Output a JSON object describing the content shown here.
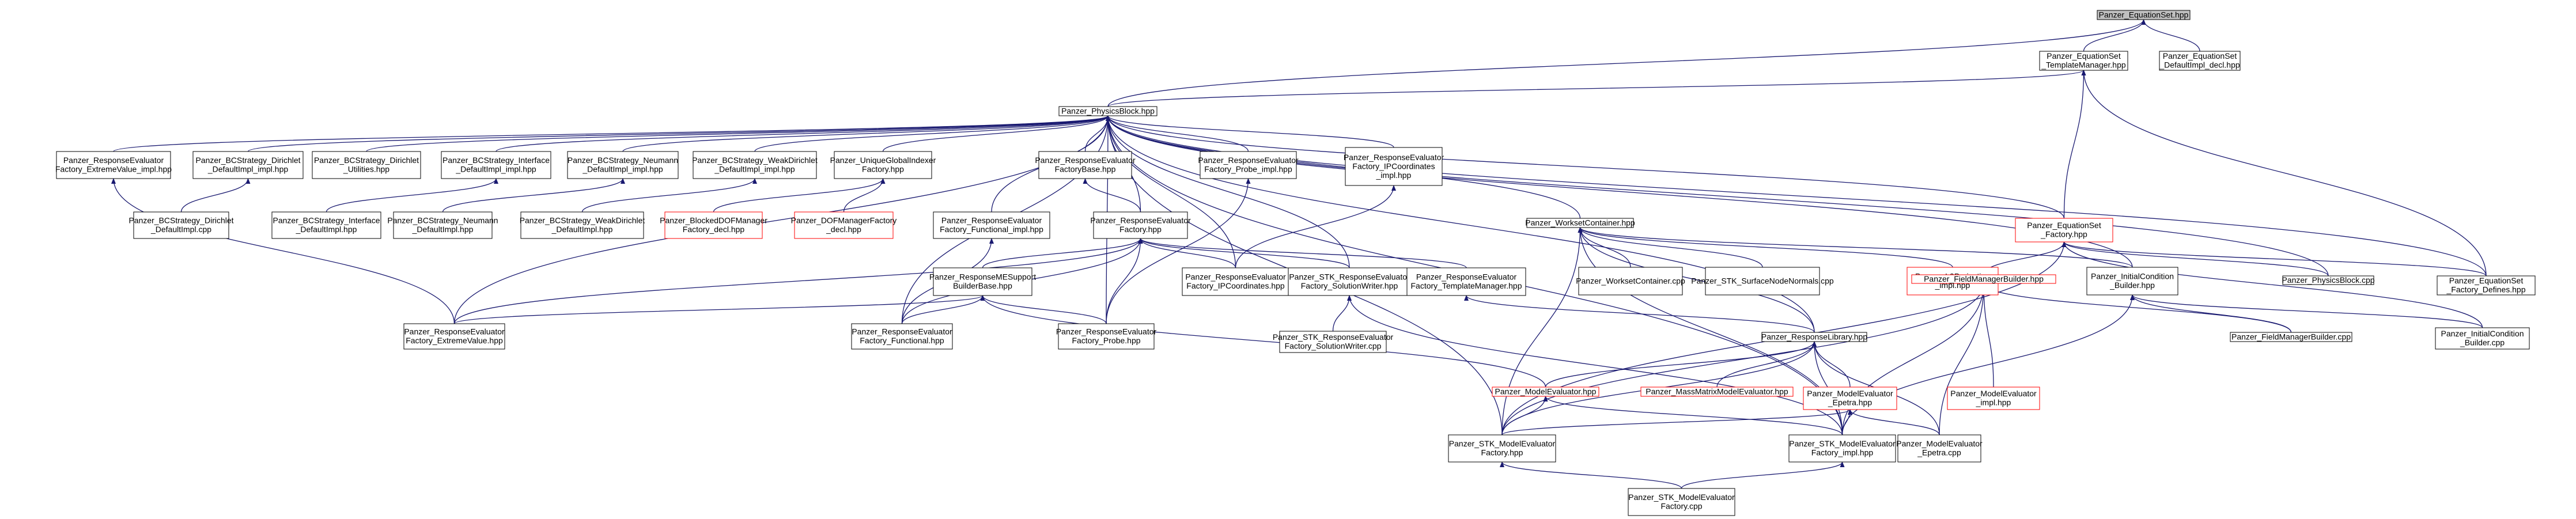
{
  "graph": {
    "nodes": [
      {
        "id": "n0",
        "lines": [
          "Panzer_EquationSet.hpp"
        ],
        "style": "gray"
      },
      {
        "id": "n1",
        "lines": [
          "Panzer_EquationSet",
          "_TemplateManager.hpp"
        ],
        "style": "black"
      },
      {
        "id": "n2",
        "lines": [
          "Panzer_EquationSet",
          "_DefaultImpl_decl.hpp"
        ],
        "style": "black"
      },
      {
        "id": "n3",
        "lines": [
          "Panzer_PhysicsBlock.hpp"
        ],
        "style": "black"
      },
      {
        "id": "n4",
        "lines": [
          "Panzer_ResponseEvaluator",
          "Factory_ExtremeValue_impl.hpp"
        ],
        "style": "black"
      },
      {
        "id": "n5",
        "lines": [
          "Panzer_BCStrategy_Dirichlet",
          "_DefaultImpl_impl.hpp"
        ],
        "style": "black"
      },
      {
        "id": "n6",
        "lines": [
          "Panzer_BCStrategy_Dirichlet",
          "_Utilities.hpp"
        ],
        "style": "black"
      },
      {
        "id": "n7",
        "lines": [
          "Panzer_BCStrategy_Interface",
          "_DefaultImpl_impl.hpp"
        ],
        "style": "black"
      },
      {
        "id": "n8",
        "lines": [
          "Panzer_BCStrategy_Neumann",
          "_DefaultImpl_impl.hpp"
        ],
        "style": "black"
      },
      {
        "id": "n9",
        "lines": [
          "Panzer_BCStrategy_WeakDirichlet",
          "_DefaultImpl_impl.hpp"
        ],
        "style": "black"
      },
      {
        "id": "n10",
        "lines": [
          "Panzer_UniqueGlobalIndexer",
          "Factory.hpp"
        ],
        "style": "black"
      },
      {
        "id": "n11",
        "lines": [
          "Panzer_ResponseEvaluator",
          "FactoryBase.hpp"
        ],
        "style": "black"
      },
      {
        "id": "n12",
        "lines": [
          "Panzer_ResponseEvaluator",
          "Factory_Probe_impl.hpp"
        ],
        "style": "black"
      },
      {
        "id": "n13",
        "lines": [
          "Panzer_ResponseEvaluator",
          "Factory_IPCoordinates",
          "_impl.hpp"
        ],
        "style": "black"
      },
      {
        "id": "n14",
        "lines": [
          "Panzer_BCStrategy_Dirichlet",
          "_DefaultImpl.cpp"
        ],
        "style": "black"
      },
      {
        "id": "n15",
        "lines": [
          "Panzer_BCStrategy_Interface",
          "_DefaultImpl.hpp"
        ],
        "style": "black"
      },
      {
        "id": "n16",
        "lines": [
          "Panzer_BCStrategy_Neumann",
          "_DefaultImpl.hpp"
        ],
        "style": "black"
      },
      {
        "id": "n17",
        "lines": [
          "Panzer_BCStrategy_WeakDirichlet",
          "_DefaultImpl.hpp"
        ],
        "style": "black"
      },
      {
        "id": "n18",
        "lines": [
          "Panzer_BlockedDOFManager",
          "Factory_decl.hpp"
        ],
        "style": "red"
      },
      {
        "id": "n19",
        "lines": [
          "Panzer_DOFManagerFactory",
          "_decl.hpp"
        ],
        "style": "red"
      },
      {
        "id": "n20",
        "lines": [
          "Panzer_ResponseEvaluator",
          "Factory_Functional_impl.hpp"
        ],
        "style": "black"
      },
      {
        "id": "n21",
        "lines": [
          "Panzer_ResponseEvaluator",
          "Factory.hpp"
        ],
        "style": "black"
      },
      {
        "id": "n22",
        "lines": [
          "Panzer_ResponseMESupport",
          "BuilderBase.hpp"
        ],
        "style": "black"
      },
      {
        "id": "n23",
        "lines": [
          "Panzer_ResponseEvaluator",
          "Factory_IPCoordinates.hpp"
        ],
        "style": "black"
      },
      {
        "id": "n24",
        "lines": [
          "Panzer_STK_ResponseEvaluator",
          "Factory_SolutionWriter.hpp"
        ],
        "style": "black"
      },
      {
        "id": "n25",
        "lines": [
          "Panzer_ResponseEvaluator",
          "Factory_TemplateManager.hpp"
        ],
        "style": "black"
      },
      {
        "id": "n26",
        "lines": [
          "Panzer_ResponseEvaluator",
          "Factory_ExtremeValue.hpp"
        ],
        "style": "black"
      },
      {
        "id": "n27",
        "lines": [
          "Panzer_ResponseEvaluator",
          "Factory_Functional.hpp"
        ],
        "style": "black"
      },
      {
        "id": "n28",
        "lines": [
          "Panzer_ResponseEvaluator",
          "Factory_Probe.hpp"
        ],
        "style": "black"
      },
      {
        "id": "n29",
        "lines": [
          "Panzer_STK_ResponseEvaluator",
          "Factory_SolutionWriter.cpp"
        ],
        "style": "black"
      },
      {
        "id": "n30",
        "lines": [
          "Panzer_WorksetContainer.hpp"
        ],
        "style": "black"
      },
      {
        "id": "n31",
        "lines": [
          "Panzer_WorksetContainer.cpp"
        ],
        "style": "black"
      },
      {
        "id": "n32",
        "lines": [
          "Panzer_STK_SurfaceNodeNormals.cpp"
        ],
        "style": "black"
      },
      {
        "id": "n33",
        "lines": [
          "Panzer_L2Projection",
          "_impl.hpp"
        ],
        "style": "red"
      },
      {
        "id": "n34",
        "lines": [
          "Panzer_InitialCondition",
          "_Builder.hpp"
        ],
        "style": "black"
      },
      {
        "id": "n35",
        "lines": [
          "Panzer_EquationSet",
          "_Factory.hpp"
        ],
        "style": "red"
      },
      {
        "id": "n36",
        "lines": [
          "Panzer_PhysicsBlock.cpp"
        ],
        "style": "black"
      },
      {
        "id": "n37",
        "lines": [
          "Panzer_EquationSet",
          "_Factory_Defines.hpp"
        ],
        "style": "black"
      },
      {
        "id": "n38",
        "lines": [
          "Panzer_FieldManagerBuilder.hpp"
        ],
        "style": "red"
      },
      {
        "id": "n39",
        "lines": [
          "Panzer_FieldManagerBuilder.cpp"
        ],
        "style": "black"
      },
      {
        "id": "n40",
        "lines": [
          "Panzer_InitialCondition",
          "_Builder.cpp"
        ],
        "style": "black"
      },
      {
        "id": "n41",
        "lines": [
          "Panzer_ResponseLibrary.hpp"
        ],
        "style": "black"
      },
      {
        "id": "n42",
        "lines": [
          "Panzer_ModelEvaluator.hpp"
        ],
        "style": "red"
      },
      {
        "id": "n43",
        "lines": [
          "Panzer_MassMatrixModelEvaluator.hpp"
        ],
        "style": "red"
      },
      {
        "id": "n44",
        "lines": [
          "Panzer_ModelEvaluator",
          "_Epetra.hpp"
        ],
        "style": "red"
      },
      {
        "id": "n45",
        "lines": [
          "Panzer_ModelEvaluator",
          "_impl.hpp"
        ],
        "style": "red"
      },
      {
        "id": "n46",
        "lines": [
          "Panzer_STK_ModelEvaluator",
          "Factory.hpp"
        ],
        "style": "black"
      },
      {
        "id": "n47",
        "lines": [
          "Panzer_STK_ModelEvaluator",
          "Factory_impl.hpp"
        ],
        "style": "black"
      },
      {
        "id": "n48",
        "lines": [
          "Panzer_ModelEvaluator",
          "_Epetra.cpp"
        ],
        "style": "black"
      },
      {
        "id": "n49",
        "lines": [
          "Panzer_STK_ModelEvaluator",
          "Factory.cpp"
        ],
        "style": "black"
      }
    ],
    "edges": [
      [
        "n1",
        "n0"
      ],
      [
        "n2",
        "n0"
      ],
      [
        "n3",
        "n0"
      ],
      [
        "n3",
        "n1"
      ],
      [
        "n4",
        "n3"
      ],
      [
        "n5",
        "n3"
      ],
      [
        "n6",
        "n3"
      ],
      [
        "n7",
        "n3"
      ],
      [
        "n8",
        "n3"
      ],
      [
        "n9",
        "n3"
      ],
      [
        "n10",
        "n3"
      ],
      [
        "n11",
        "n3"
      ],
      [
        "n12",
        "n3"
      ],
      [
        "n13",
        "n3"
      ],
      [
        "n21",
        "n3"
      ],
      [
        "n20",
        "n3"
      ],
      [
        "n27",
        "n3"
      ],
      [
        "n28",
        "n3"
      ],
      [
        "n23",
        "n3"
      ],
      [
        "n24",
        "n3"
      ],
      [
        "n26",
        "n3"
      ],
      [
        "n30",
        "n3"
      ],
      [
        "n41",
        "n3"
      ],
      [
        "n34",
        "n3"
      ],
      [
        "n35",
        "n3"
      ],
      [
        "n36",
        "n3"
      ],
      [
        "n37",
        "n3"
      ],
      [
        "n47",
        "n3"
      ],
      [
        "n46",
        "n3"
      ],
      [
        "n14",
        "n5"
      ],
      [
        "n15",
        "n7"
      ],
      [
        "n16",
        "n8"
      ],
      [
        "n17",
        "n9"
      ],
      [
        "n18",
        "n10"
      ],
      [
        "n19",
        "n10"
      ],
      [
        "n21",
        "n11"
      ],
      [
        "n28",
        "n12"
      ],
      [
        "n23",
        "n13"
      ],
      [
        "n26",
        "n4"
      ],
      [
        "n27",
        "n20"
      ],
      [
        "n22",
        "n21"
      ],
      [
        "n23",
        "n21"
      ],
      [
        "n24",
        "n21"
      ],
      [
        "n25",
        "n21"
      ],
      [
        "n26",
        "n21"
      ],
      [
        "n27",
        "n21"
      ],
      [
        "n28",
        "n21"
      ],
      [
        "n26",
        "n22"
      ],
      [
        "n27",
        "n22"
      ],
      [
        "n28",
        "n22"
      ],
      [
        "n42",
        "n22"
      ],
      [
        "n29",
        "n24"
      ],
      [
        "n47",
        "n24"
      ],
      [
        "n41",
        "n25"
      ],
      [
        "n31",
        "n30"
      ],
      [
        "n32",
        "n30"
      ],
      [
        "n33",
        "n30"
      ],
      [
        "n34",
        "n30"
      ],
      [
        "n41",
        "n30"
      ],
      [
        "n46",
        "n30"
      ],
      [
        "n47",
        "n30"
      ],
      [
        "n35",
        "n1"
      ],
      [
        "n37",
        "n1"
      ],
      [
        "n36",
        "n35"
      ],
      [
        "n37",
        "n35"
      ],
      [
        "n38",
        "n35"
      ],
      [
        "n40",
        "n35"
      ],
      [
        "n46",
        "n35"
      ],
      [
        "n39",
        "n38"
      ],
      [
        "n45",
        "n38"
      ],
      [
        "n46",
        "n38"
      ],
      [
        "n47",
        "n38"
      ],
      [
        "n48",
        "n38"
      ],
      [
        "n39",
        "n34"
      ],
      [
        "n40",
        "n34"
      ],
      [
        "n47",
        "n34"
      ],
      [
        "n42",
        "n41"
      ],
      [
        "n43",
        "n41"
      ],
      [
        "n44",
        "n41"
      ],
      [
        "n46",
        "n41"
      ],
      [
        "n47",
        "n41"
      ],
      [
        "n48",
        "n41"
      ],
      [
        "n46",
        "n42"
      ],
      [
        "n47",
        "n42"
      ],
      [
        "n46",
        "n44"
      ],
      [
        "n47",
        "n44"
      ],
      [
        "n48",
        "n44"
      ],
      [
        "n49",
        "n46"
      ],
      [
        "n49",
        "n47"
      ]
    ]
  }
}
